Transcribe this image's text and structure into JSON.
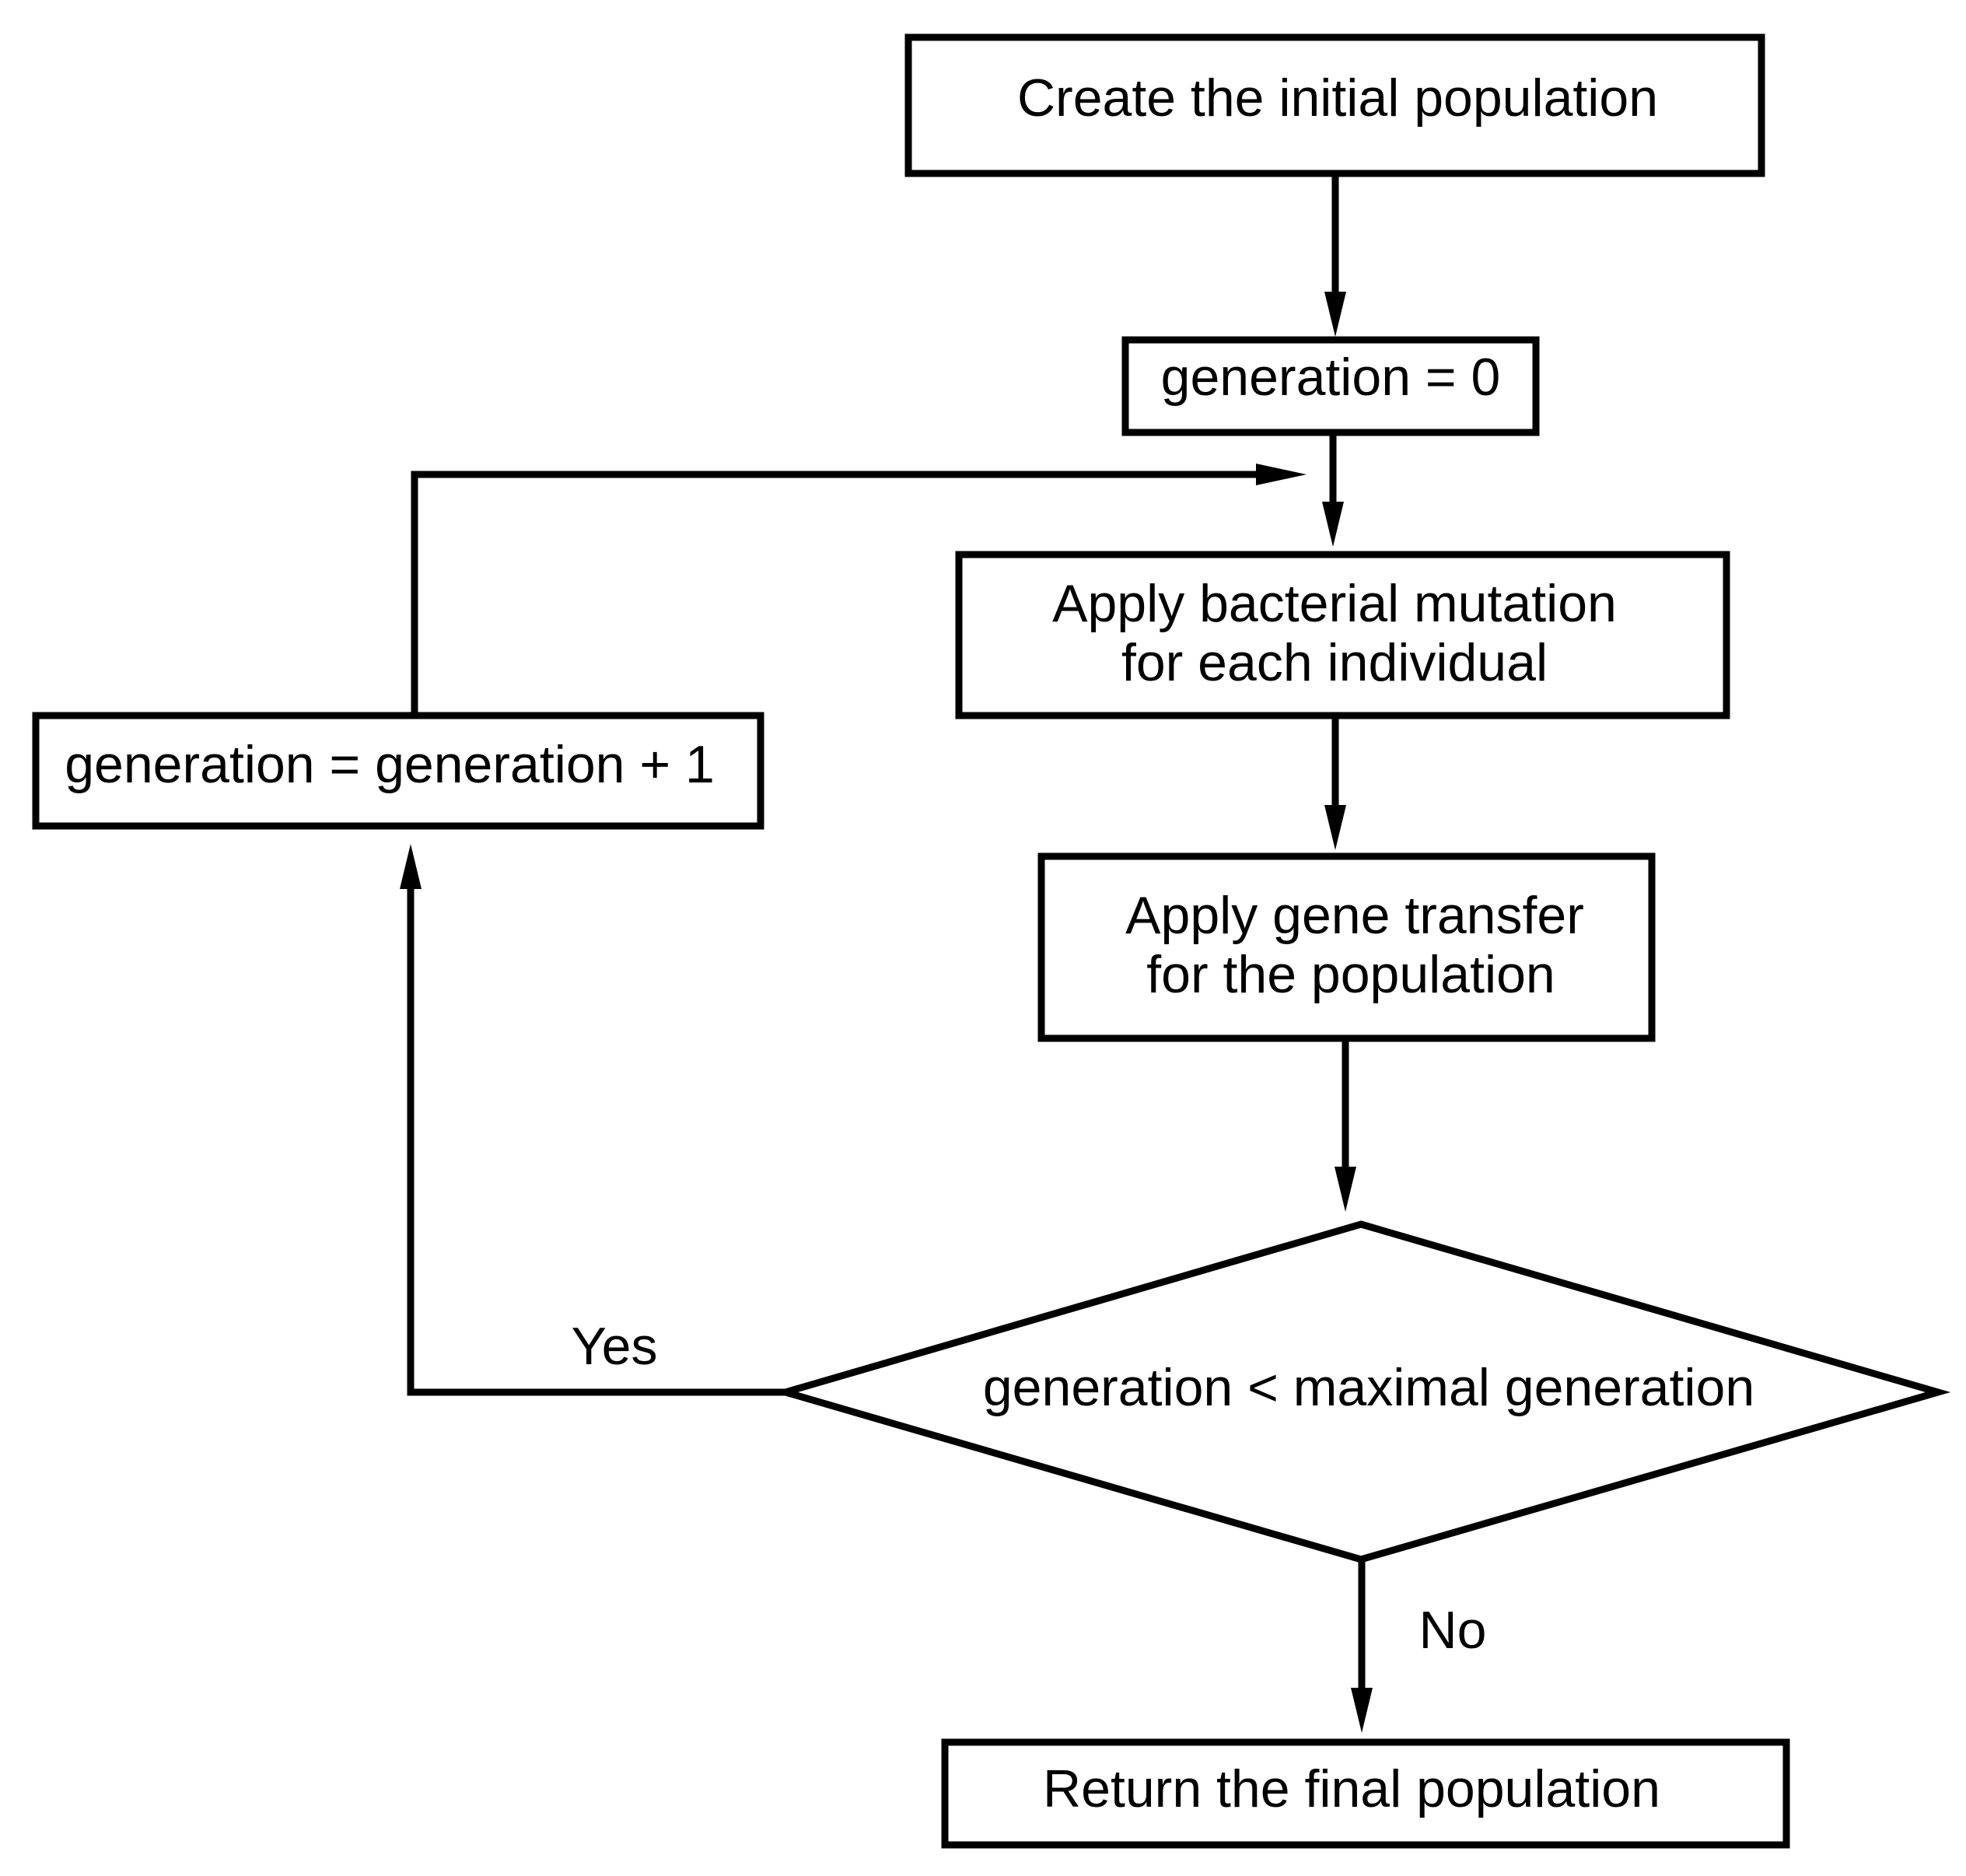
{
  "diagram": {
    "nodes": {
      "create": {
        "line1": "Create the initial population"
      },
      "init_gen": {
        "line1": "generation = 0"
      },
      "mutation": {
        "line1": "Apply bacterial mutation",
        "line2": "for each individual"
      },
      "transfer": {
        "line1": "Apply gene transfer",
        "line2": "for the population"
      },
      "decision": {
        "line1": "generation < maximal generation"
      },
      "increment": {
        "line1": "generation = generation + 1"
      },
      "final": {
        "line1": "Return the final population"
      }
    },
    "edges": {
      "yes_label": "Yes",
      "no_label": "No"
    },
    "colors": {
      "stroke": "#000000",
      "background": "#ffffff"
    }
  }
}
